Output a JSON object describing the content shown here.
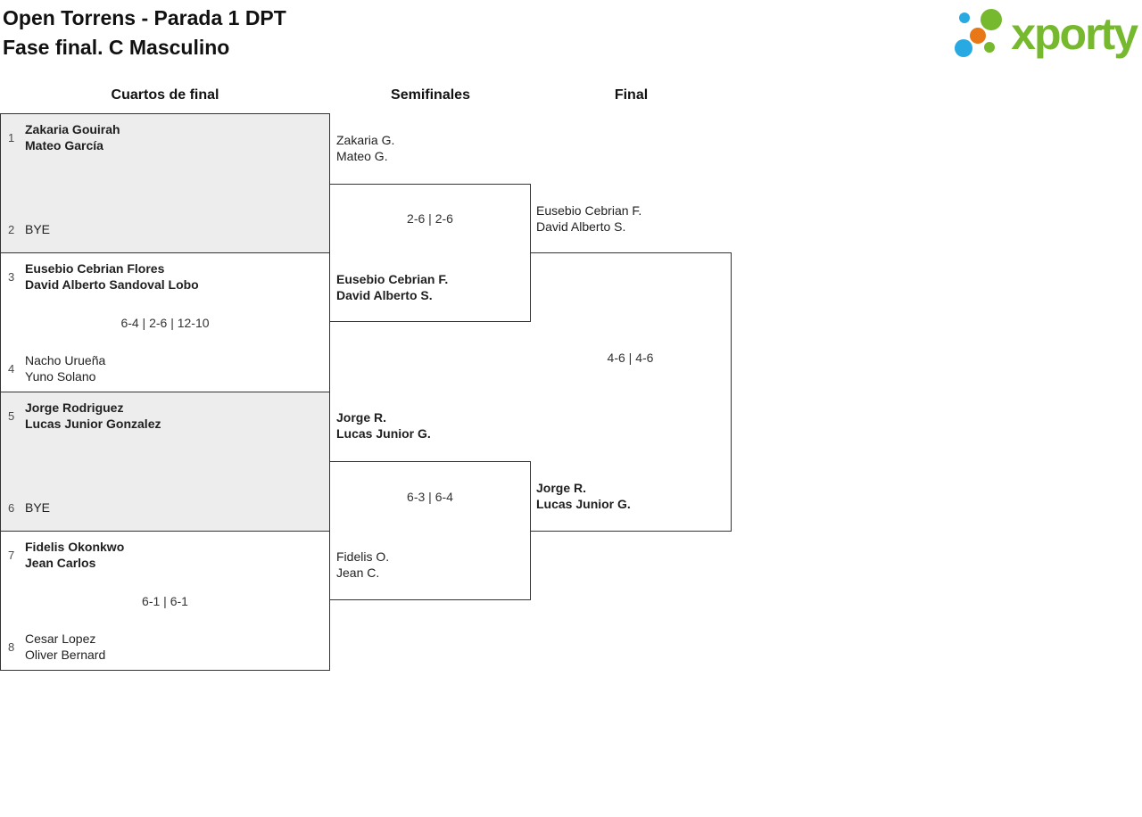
{
  "header": {
    "title": "Open Torrens - Parada 1 DPT",
    "subtitle": "Fase final. C Masculino"
  },
  "logo": {
    "wordmark": "xporty",
    "colors": {
      "green": "#76b82e",
      "blue": "#29a9e1",
      "orange": "#e87817"
    }
  },
  "rounds": [
    "Cuartos de final",
    "Semifinales",
    "Final"
  ],
  "bracket": {
    "quarterfinals": [
      {
        "seed1": "1",
        "team1": [
          "Zakaria Gouirah",
          "Mateo García"
        ],
        "score": "",
        "seed2": "2",
        "team2": [
          "BYE"
        ]
      },
      {
        "seed1": "3",
        "team1": [
          "Eusebio Cebrian Flores",
          "David Alberto Sandoval Lobo"
        ],
        "score": "6-4 | 2-6 | 12-10",
        "seed2": "4",
        "team2": [
          "Nacho Urueña",
          "Yuno Solano"
        ]
      },
      {
        "seed1": "5",
        "team1": [
          "Jorge Rodriguez",
          "Lucas Junior Gonzalez"
        ],
        "score": "",
        "seed2": "6",
        "team2": [
          "BYE"
        ]
      },
      {
        "seed1": "7",
        "team1": [
          "Fidelis Okonkwo",
          "Jean Carlos"
        ],
        "score": "6-1 | 6-1",
        "seed2": "8",
        "team2": [
          "Cesar Lopez",
          "Oliver Bernard"
        ]
      }
    ],
    "semifinals": [
      {
        "team1": [
          "Zakaria G.",
          "Mateo G."
        ],
        "score": "2-6 | 2-6",
        "team2": [
          "Eusebio Cebrian F.",
          "David Alberto S."
        ]
      },
      {
        "team1": [
          "Jorge R.",
          "Lucas Junior G."
        ],
        "score": "6-3 | 6-4",
        "team2": [
          "Fidelis O.",
          "Jean C."
        ]
      }
    ],
    "final": {
      "team1": [
        "Eusebio Cebrian F.",
        "David Alberto S."
      ],
      "score": "4-6 | 4-6",
      "team2": [
        "Jorge R.",
        "Lucas Junior G."
      ]
    }
  },
  "colors": {
    "bye_match_bg": "#ededed",
    "border": "#333333",
    "text": "#1f1f1f"
  }
}
